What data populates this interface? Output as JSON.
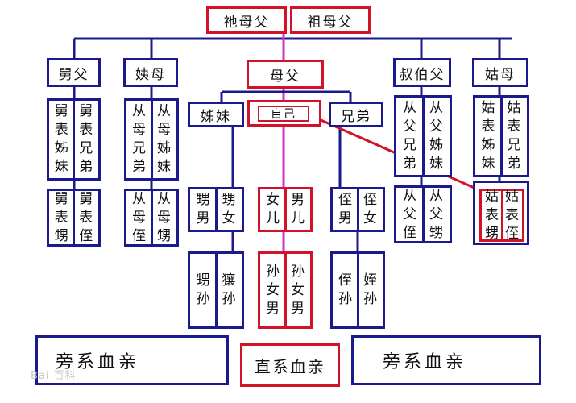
{
  "colors": {
    "collateral_border": "#1a1a8c",
    "direct_border": "#d0122a",
    "direct_link": "#cc33cc",
    "arrow": "#d0122a"
  },
  "top_row": {
    "paternal_grandparents": "祖母父",
    "maternal_grandparents": "祂母父"
  },
  "parent_row": {
    "maternal_uncle": "舅父",
    "maternal_aunt": "姨母",
    "parents": "母父",
    "paternal_uncles": "叔伯父",
    "paternal_aunt": "姑母"
  },
  "self_row": {
    "sisters": "姊妹",
    "self": "自己",
    "brothers": "兄弟"
  },
  "cousin_row": {
    "maternal_uncle_children": [
      "舅表姊妹",
      "舅表兄弟"
    ],
    "maternal_aunt_children": [
      "从母兄弟",
      "从母姊妹"
    ],
    "paternal_uncle_children": [
      "从父兄弟",
      "从父姊妹"
    ],
    "paternal_aunt_children": [
      "姑表姊妹",
      "姑表兄弟"
    ]
  },
  "next_row": {
    "maternal_uncle_grandchildren": [
      "舅表甥",
      "舅表侄"
    ],
    "maternal_aunt_grandchildren": [
      "从母侄",
      "从母甥"
    ],
    "sister_children": [
      "甥男",
      "甥女"
    ],
    "own_children": [
      "女儿",
      "男儿"
    ],
    "brother_children": [
      "侄男",
      "侄女"
    ],
    "paternal_uncle_grandchildren": [
      "从父侄",
      "从父甥"
    ],
    "paternal_aunt_grandchildren": [
      "姑表甥",
      "姑表侄"
    ]
  },
  "bottom_row": {
    "sister_grandchildren": [
      "甥孙",
      "獽孙"
    ],
    "own_grandchildren": [
      "孙女男",
      "孙女男"
    ],
    "brother_grandchildren": [
      "侄孙",
      "姪孙"
    ]
  },
  "legend": {
    "collateral_left": "旁系血亲",
    "direct": "直系血亲",
    "collateral_right": "旁系血亲"
  },
  "watermark": "Bai 百科"
}
